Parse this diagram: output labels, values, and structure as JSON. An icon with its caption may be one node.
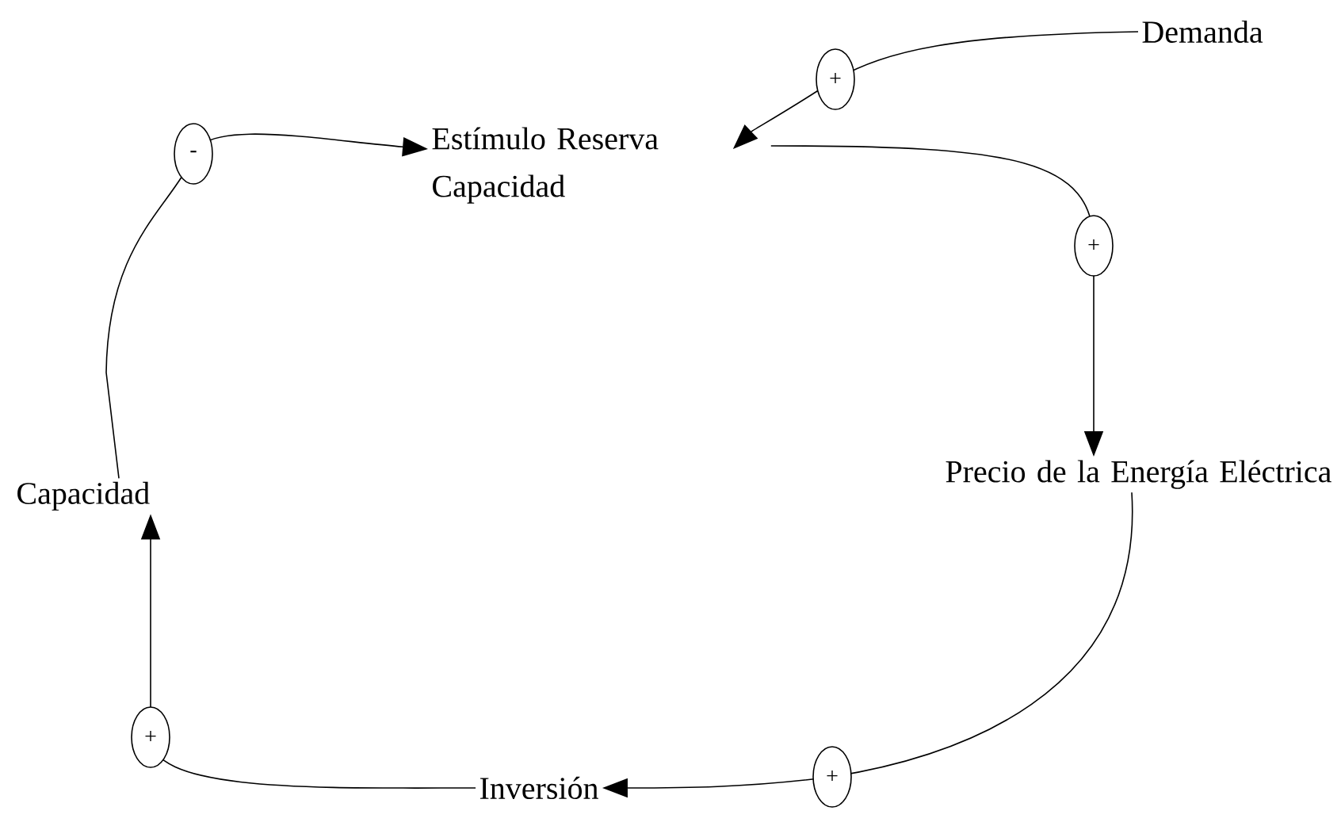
{
  "diagram": {
    "nodes": [
      {
        "text": [
          "Demanda"
        ]
      },
      {
        "text": [
          "Estímulo Reserva Capacidad"
        ]
      },
      {
        "text": [
          "Precio de la Energía Eléctrica"
        ]
      },
      {
        "text": [
          "Inversión"
        ]
      },
      {
        "text": [
          "Capacidad"
        ]
      }
    ],
    "edges": [
      {
        "from": 0,
        "to": 1,
        "arrow": "to",
        "label": "+"
      },
      {
        "from": 1,
        "to": 2,
        "arrow": "to",
        "label": "+"
      },
      {
        "from": 2,
        "to": 3,
        "arrow": "to",
        "label": "+"
      },
      {
        "from": 3,
        "to": 4,
        "arrow": "to",
        "label": "+"
      },
      {
        "from": 4,
        "to": 1,
        "arrow": "to",
        "label": "-"
      }
    ]
  }
}
